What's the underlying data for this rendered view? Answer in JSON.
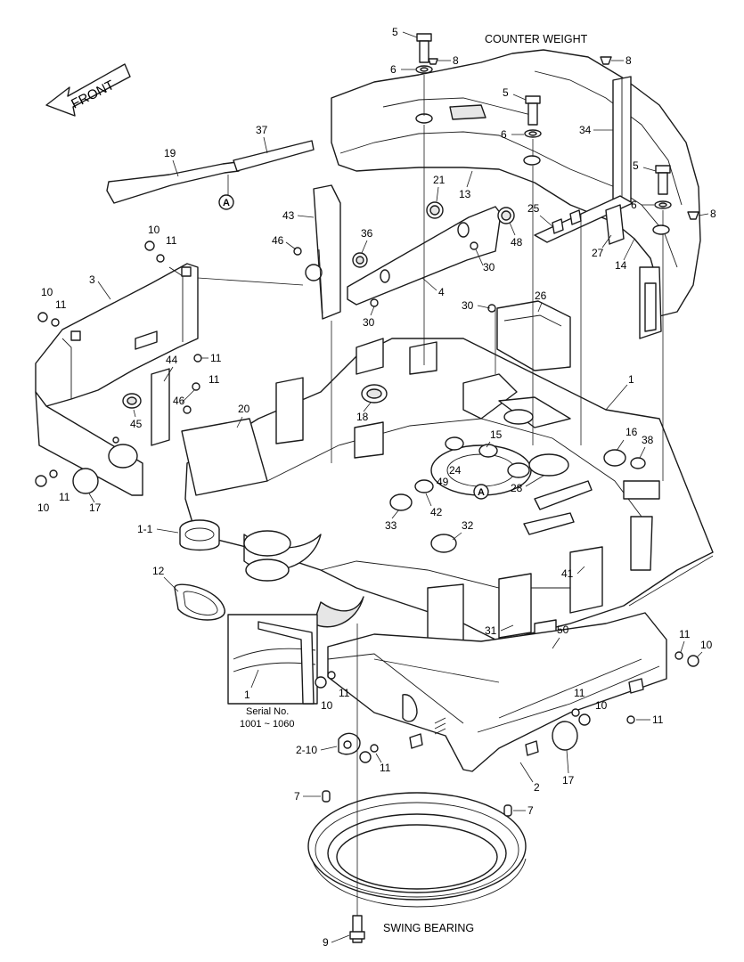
{
  "labels": {
    "counter_weight": "COUNTER WEIGHT",
    "swing_bearing": "SWING BEARING",
    "front": "FRONT",
    "serial_label": "Serial No.",
    "serial_range": "1001 ~ 1060",
    "ref_marker": "A"
  },
  "callouts": [
    {
      "id": "c5a",
      "text": "5"
    },
    {
      "id": "c6a",
      "text": "6"
    },
    {
      "id": "c8a",
      "text": "8"
    },
    {
      "id": "c8b",
      "text": "8"
    },
    {
      "id": "c5b",
      "text": "5"
    },
    {
      "id": "c6b",
      "text": "6"
    },
    {
      "id": "c34",
      "text": "34"
    },
    {
      "id": "c5c",
      "text": "5"
    },
    {
      "id": "c6c",
      "text": "6"
    },
    {
      "id": "c8c",
      "text": "8"
    },
    {
      "id": "c37",
      "text": "37"
    },
    {
      "id": "c19",
      "text": "19"
    },
    {
      "id": "c13",
      "text": "13"
    },
    {
      "id": "c21",
      "text": "21"
    },
    {
      "id": "c25",
      "text": "25"
    },
    {
      "id": "c27",
      "text": "27"
    },
    {
      "id": "c14",
      "text": "14"
    },
    {
      "id": "c43",
      "text": "43"
    },
    {
      "id": "c46a",
      "text": "46"
    },
    {
      "id": "c36",
      "text": "36"
    },
    {
      "id": "c48",
      "text": "48"
    },
    {
      "id": "c30a",
      "text": "30"
    },
    {
      "id": "c10a",
      "text": "10"
    },
    {
      "id": "c11a",
      "text": "11"
    },
    {
      "id": "c3",
      "text": "3"
    },
    {
      "id": "c4",
      "text": "4"
    },
    {
      "id": "c30b",
      "text": "30"
    },
    {
      "id": "c10b",
      "text": "10"
    },
    {
      "id": "c11b",
      "text": "11"
    },
    {
      "id": "c30c",
      "text": "30"
    },
    {
      "id": "c26",
      "text": "26"
    },
    {
      "id": "c11c",
      "text": "11"
    },
    {
      "id": "c44",
      "text": "44"
    },
    {
      "id": "c11d",
      "text": "11"
    },
    {
      "id": "c46b",
      "text": "46"
    },
    {
      "id": "c1a",
      "text": "1"
    },
    {
      "id": "c45",
      "text": "45"
    },
    {
      "id": "c20",
      "text": "20"
    },
    {
      "id": "c18",
      "text": "18"
    },
    {
      "id": "c15",
      "text": "15"
    },
    {
      "id": "c16",
      "text": "16"
    },
    {
      "id": "c38",
      "text": "38"
    },
    {
      "id": "c24",
      "text": "24"
    },
    {
      "id": "c49",
      "text": "49"
    },
    {
      "id": "c28",
      "text": "28"
    },
    {
      "id": "c10c",
      "text": "10"
    },
    {
      "id": "c11e",
      "text": "11"
    },
    {
      "id": "c17a",
      "text": "17"
    },
    {
      "id": "c33",
      "text": "33"
    },
    {
      "id": "c42",
      "text": "42"
    },
    {
      "id": "c1-1",
      "text": "1-1"
    },
    {
      "id": "c32",
      "text": "32"
    },
    {
      "id": "c12",
      "text": "12"
    },
    {
      "id": "c41",
      "text": "41"
    },
    {
      "id": "c31",
      "text": "31"
    },
    {
      "id": "c50",
      "text": "50"
    },
    {
      "id": "c11f",
      "text": "11"
    },
    {
      "id": "c10d",
      "text": "10"
    },
    {
      "id": "c1b",
      "text": "1"
    },
    {
      "id": "c11g",
      "text": "11"
    },
    {
      "id": "c10e",
      "text": "10"
    },
    {
      "id": "c11h",
      "text": "11"
    },
    {
      "id": "c10f",
      "text": "10"
    },
    {
      "id": "c11i",
      "text": "11"
    },
    {
      "id": "c2-10",
      "text": "2-10"
    },
    {
      "id": "c11j",
      "text": "11"
    },
    {
      "id": "c2",
      "text": "2"
    },
    {
      "id": "c17b",
      "text": "17"
    },
    {
      "id": "c7a",
      "text": "7"
    },
    {
      "id": "c7b",
      "text": "7"
    },
    {
      "id": "c9",
      "text": "9"
    }
  ]
}
